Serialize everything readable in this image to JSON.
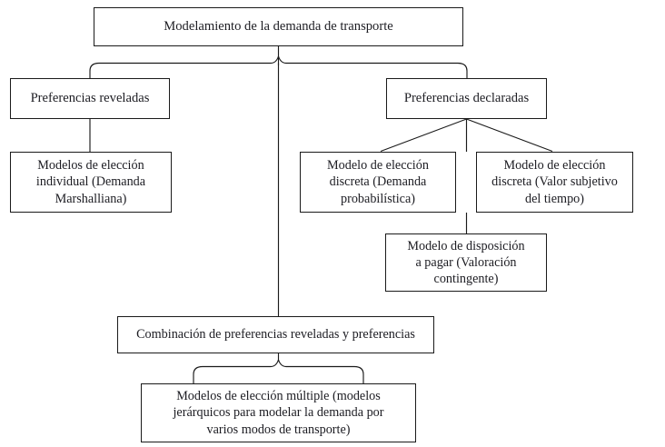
{
  "diagram": {
    "title_text": "Modelamiento de la demanda de transporte",
    "background_color": "#ffffff",
    "line_color": "#1a1a1a",
    "text_color": "#1c1c22",
    "nodes": {
      "root": "Modelamiento de la demanda de transporte",
      "revealed_preferences": "Preferencias reveladas",
      "stated_preferences": "Preferencias declaradas",
      "individual_choice": "Modelos de elección\nindividual (Demanda\nMarshalliana)",
      "discrete_choice_probabilistic": "Modelo de elección\ndiscreta (Demanda\nprobabilística)",
      "discrete_choice_subjective_value": "Modelo de elección\ndiscreta (Valor subjetivo\ndel tiempo)",
      "willingness_to_pay": "Modelo de disposición\na pagar (Valoración\ncontingente)",
      "combination": "Combinación de preferencias reveladas y preferencias",
      "multiple_choice": "Modelos de elección múltiple (modelos\njerárquicos para modelar la demanda por\nvarios modos de transporte)"
    }
  }
}
